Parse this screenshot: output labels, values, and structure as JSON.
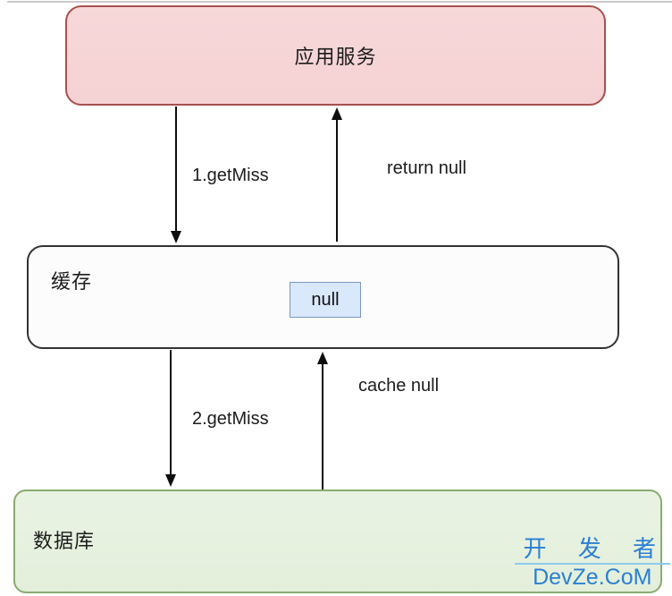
{
  "diagram": {
    "app_service": {
      "label": "应用服务"
    },
    "cache": {
      "label": "缓存",
      "value": "null"
    },
    "database": {
      "label": "数据库"
    },
    "edges": {
      "get_miss_1": {
        "label": "1.getMiss",
        "direction": "down"
      },
      "return_null": {
        "label": "return null",
        "direction": "up"
      },
      "get_miss_2": {
        "label": "2.getMiss",
        "direction": "down"
      },
      "cache_null": {
        "label": "cache null",
        "direction": "up"
      }
    }
  },
  "watermark": {
    "line1": "开 发 者",
    "line2": "DevZe.CoM"
  },
  "colors": {
    "app_service_fill": "#f5d2d3",
    "app_service_border": "#a8504f",
    "cache_fill": "#fcfcfc",
    "cache_border": "#333333",
    "null_fill": "#dae8fc",
    "null_border": "#7a96c4",
    "database_fill": "#e3efdb",
    "database_border": "#8aab70",
    "arrow": "#0d0d0d",
    "label_text": "#1c1c1c",
    "watermark_text": "#2b7fd4",
    "watermark_underline": "#8ec9ec",
    "top_line": "#cacaca"
  }
}
